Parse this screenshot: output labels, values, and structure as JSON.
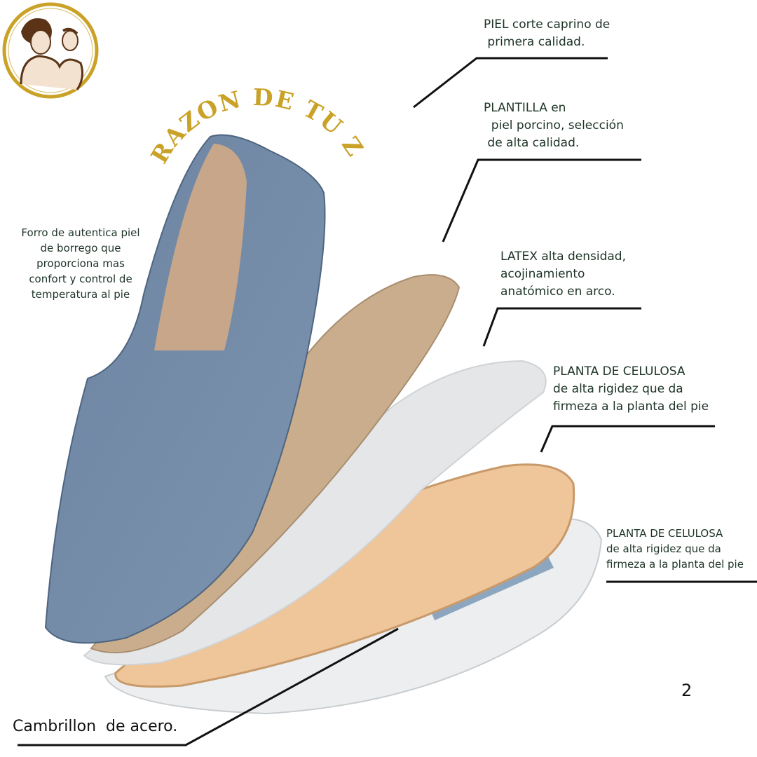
{
  "brand": {
    "logo_icon": "grandmother-and-child-seal-logo",
    "title": "EL CORAZON DE TU ZAPATO",
    "gold_color": "#c9a227"
  },
  "callouts": {
    "piel": [
      "PIEL corte caprino de",
      " primera calidad."
    ],
    "plantilla": [
      "PLANTILLA en",
      "  piel porcino, selección",
      " de alta calidad."
    ],
    "latex": [
      "LATEX alta densidad,",
      "acojinamiento",
      "anatómico en arco."
    ],
    "planta1": [
      "PLANTA DE CELULOSA",
      "de alta rigidez que da",
      "firmeza a la planta del pie"
    ],
    "planta2": [
      "PLANTA DE CELULOSA",
      "de alta rigidez que da",
      "firmeza a la planta del pie"
    ],
    "forro": [
      "Forro de autentica piel",
      "de borrego que",
      "proporciona mas",
      "confort y control de",
      "temperatura al pie"
    ],
    "cambrillon": "Cambrillon  de acero."
  },
  "page_number": "2",
  "colors": {
    "text": "#1d3426",
    "shoe_blue": "#6f87a3",
    "insole_beige": "#c9ad8c",
    "celulosa_orange": "#efc59a"
  }
}
